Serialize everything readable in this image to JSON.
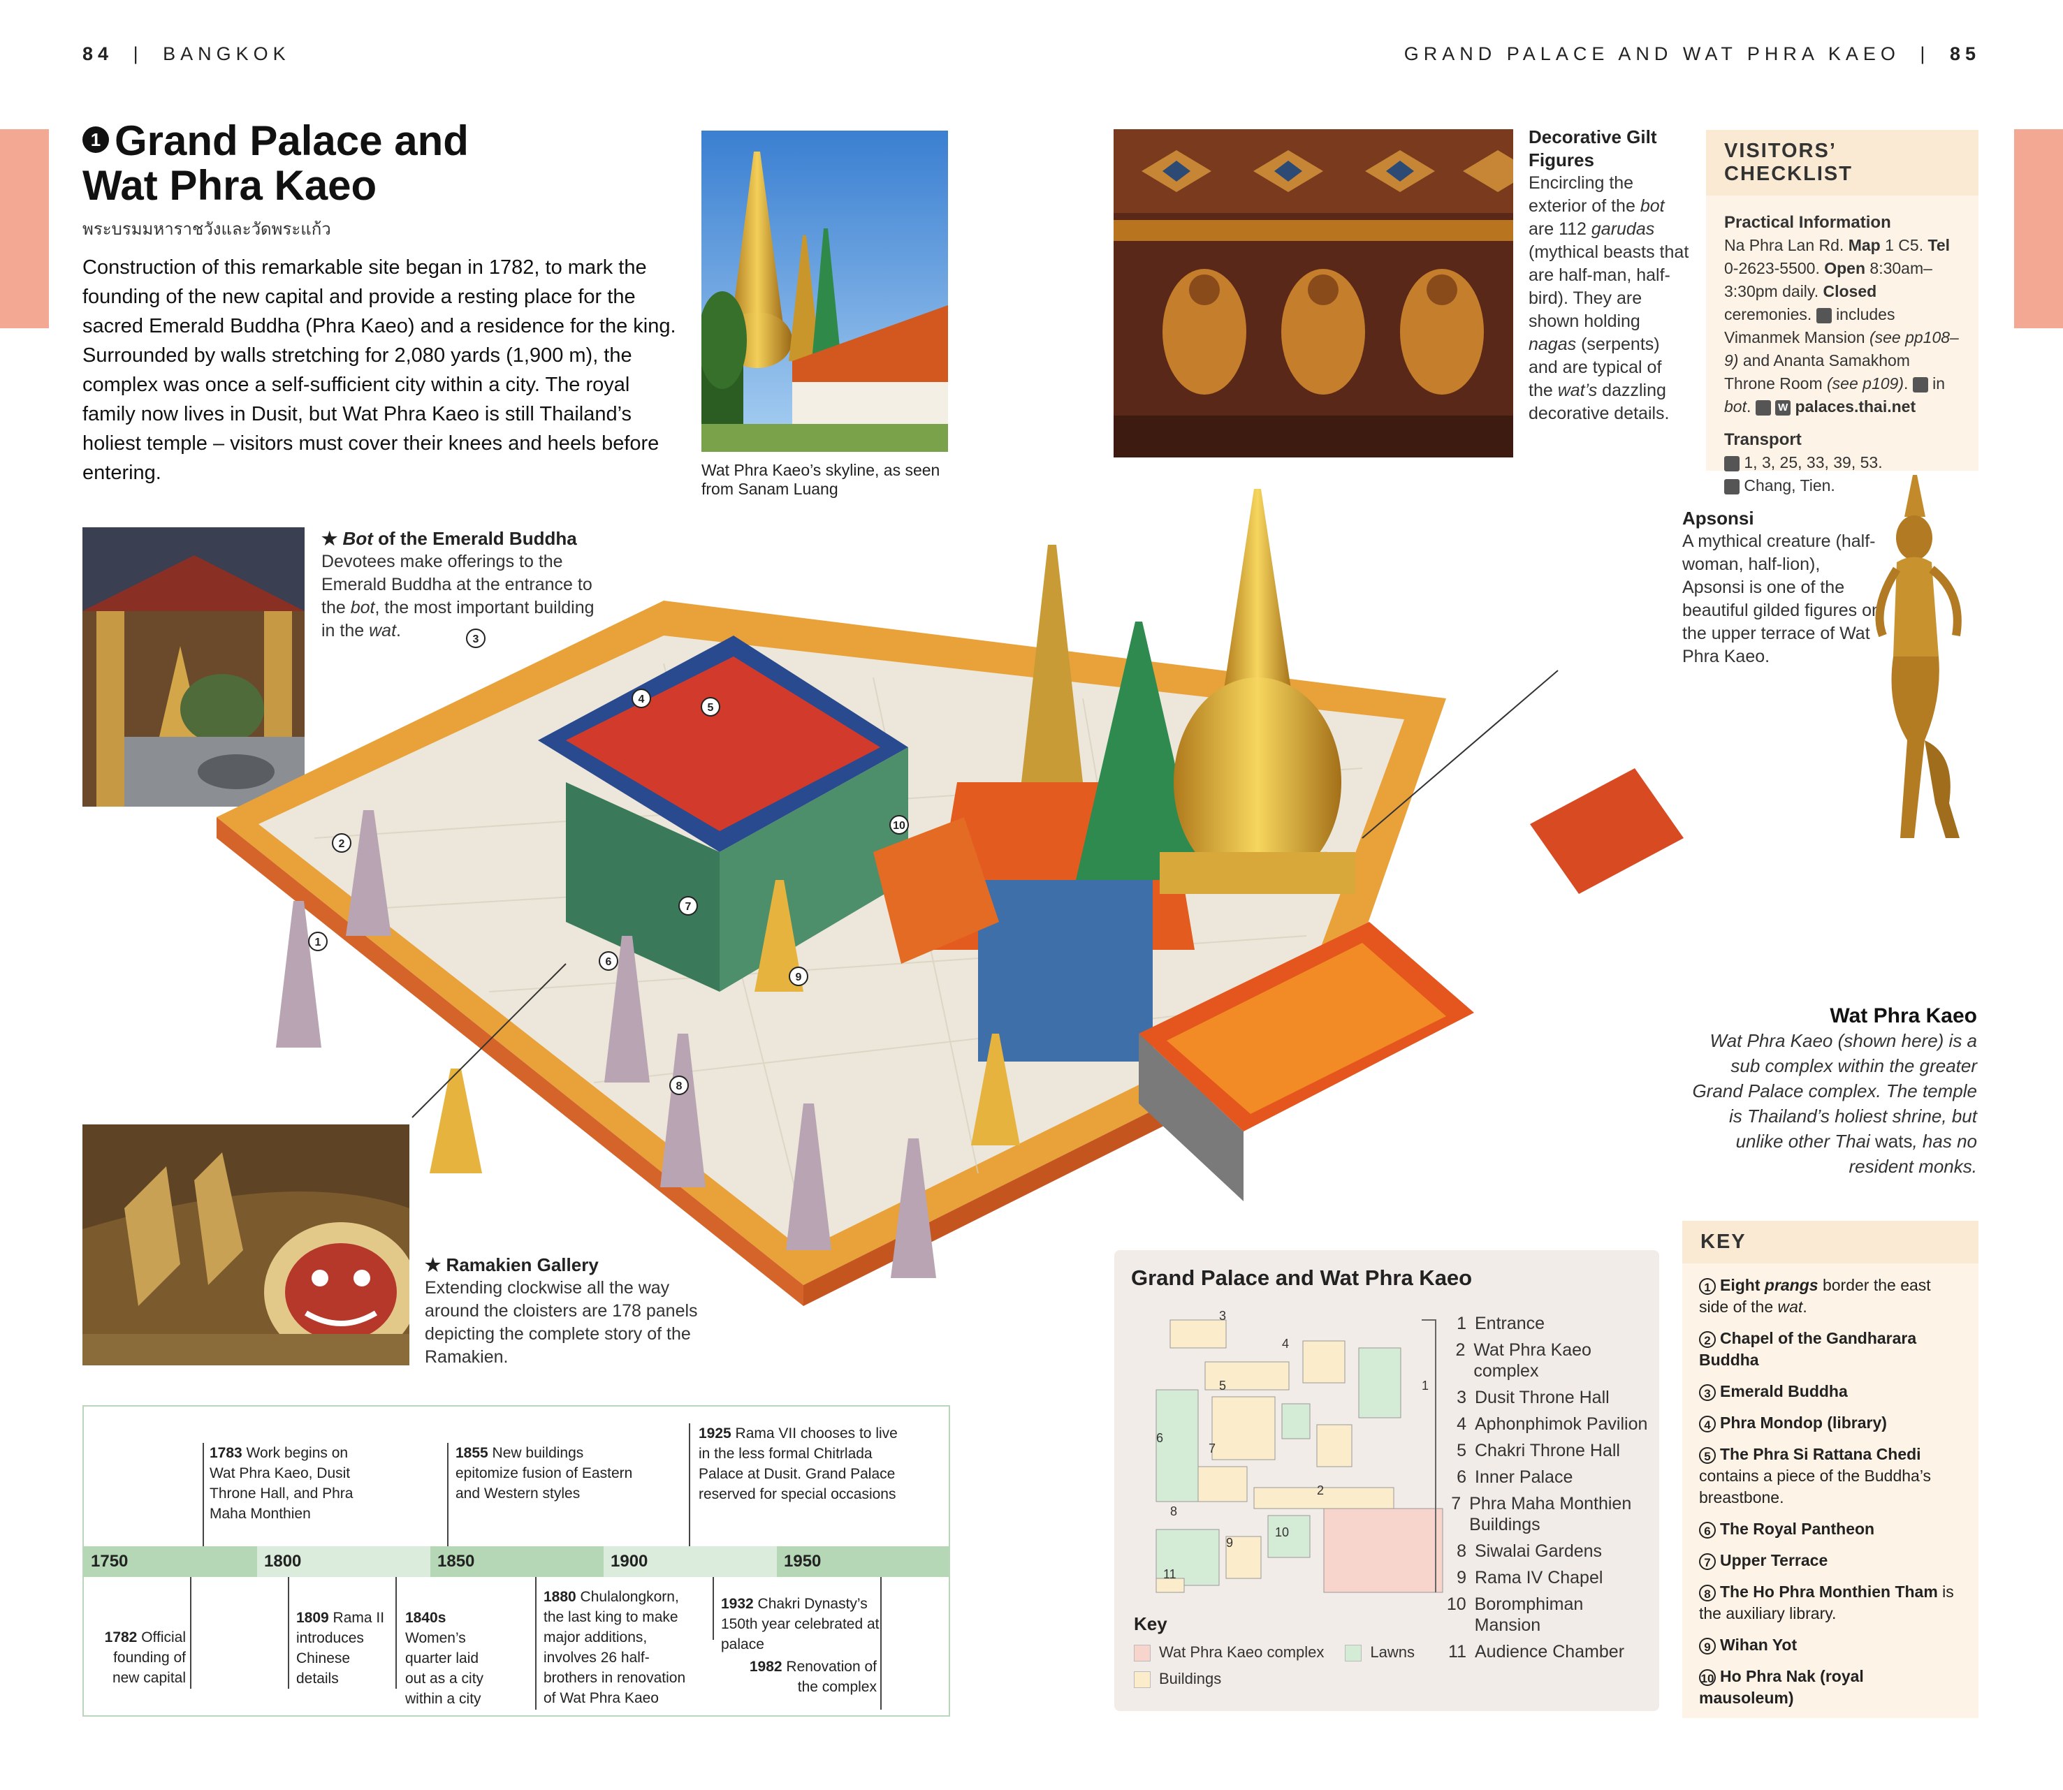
{
  "header": {
    "left_page": "84",
    "left_section": "BANGKOK",
    "right_section": "GRAND PALACE AND WAT PHRA KAEO",
    "right_page": "85"
  },
  "title": {
    "number": "1",
    "line1": "Grand Palace and",
    "line2": "Wat Phra Kaeo",
    "thai": "พระบรมมหาราชวังและวัดพระแก้ว"
  },
  "intro": "Construction of this remarkable site began in 1782, to mark the founding of the new capital and provide a resting place for the sacred Emerald Buddha (Phra Kaeo) and a residence for the king. Surrounded by walls stretching for 2,080 yards (1,900 m), the complex was once a self-sufficient city within a city. The royal family now lives in Dusit, but Wat Phra Kaeo is still Thailand’s holiest temple – visitors must cover their knees and heels before entering.",
  "skyline_caption": "Wat Phra Kaeo’s skyline, as seen from Sanam Luang",
  "gilt": {
    "title": "Decorative Gilt Figures",
    "body_parts": [
      "Encircling the exterior of the ",
      "bot",
      " are 112 ",
      "garudas",
      " (mythical beasts that are half-man, half-bird). They are shown holding ",
      "nagas",
      " (serpents) and are typical of the ",
      "wat’s",
      " dazzling decorative details."
    ]
  },
  "checklist": {
    "heading": "VISITORS’ CHECKLIST",
    "practical_heading": "Practical Information",
    "practical_parts": [
      "Na Phra Lan Rd. ",
      "Map",
      " 1 C5. ",
      "Tel",
      " 0-2623-5500. ",
      "Open",
      " 8:30am–3:30pm daily. ",
      "Closed",
      " ceremonies. ",
      "includes Vimanmek Mansion ",
      "(see pp108–9)",
      " and Ananta Samakhom Throne Room ",
      "(see p109)",
      ". ",
      "in ",
      "bot",
      ". ",
      "palaces.thai.net"
    ],
    "transport_heading": "Transport",
    "bus": "1, 3, 25, 33, 39, 53.",
    "boat": "Chang, Tien."
  },
  "apsonsi": {
    "title": "Apsonsi",
    "body": "A mythical creature (half-woman, half-lion), Apsonsi is one of the beautiful gilded figures on the upper terrace of Wat Phra Kaeo."
  },
  "bot_label": {
    "star": "★",
    "title_italic": "Bot",
    "title_rest": " of the Emerald Buddha",
    "body_parts": [
      "Devotees make offerings to the Emerald Buddha at the entrance to the ",
      "bot",
      ", the most important building in the ",
      "wat",
      "."
    ]
  },
  "ramakien": {
    "star": "★",
    "title": "Ramakien Gallery",
    "body": "Extending clockwise all the way around the cloisters are 178 panels depicting the complete story of the Ramakien."
  },
  "wat_phra_kaeo": {
    "title": "Wat Phra Kaeo",
    "body_parts": [
      "Wat Phra Kaeo (shown here) is a sub complex within the greater Grand Palace complex. The temple is Thailand’s holiest shrine, but unlike other Thai ",
      "wats",
      ", has no resident monks."
    ]
  },
  "key": {
    "heading": "KEY",
    "items": [
      {
        "num": "1",
        "bold": "Eight ",
        "bold_italic": "prangs",
        "rest": " border the east side of the ",
        "rest_italic": "wat",
        "end": "."
      },
      {
        "num": "2",
        "bold": "Chapel of the Gandharara Buddha",
        "bold_italic": "",
        "rest": "",
        "rest_italic": "",
        "end": ""
      },
      {
        "num": "3",
        "bold": "Emerald Buddha",
        "bold_italic": "",
        "rest": "",
        "rest_italic": "",
        "end": ""
      },
      {
        "num": "4",
        "bold": "Phra Mondop (library)",
        "bold_italic": "",
        "rest": "",
        "rest_italic": "",
        "end": ""
      },
      {
        "num": "5",
        "bold": "The Phra Si Rattana Chedi",
        "bold_italic": "",
        "rest": " contains a piece of the Buddha’s breastbone.",
        "rest_italic": "",
        "end": ""
      },
      {
        "num": "6",
        "bold": "The Royal Pantheon",
        "bold_italic": "",
        "rest": "",
        "rest_italic": "",
        "end": ""
      },
      {
        "num": "7",
        "bold": "Upper Terrace",
        "bold_italic": "",
        "rest": "",
        "rest_italic": "",
        "end": ""
      },
      {
        "num": "8",
        "bold": "The Ho Phra Monthien Tham",
        "bold_italic": "",
        "rest": " is the auxiliary library.",
        "rest_italic": "",
        "end": ""
      },
      {
        "num": "9",
        "bold": "Wihan Yot",
        "bold_italic": "",
        "rest": "",
        "rest_italic": "",
        "end": ""
      },
      {
        "num": "10",
        "bold": "Ho Phra Nak (royal mausoleum)",
        "bold_italic": "",
        "rest": "",
        "rest_italic": "",
        "end": ""
      }
    ]
  },
  "map": {
    "title": "Grand Palace and Wat Phra Kaeo",
    "legend_heading": "Key",
    "legend": [
      {
        "label": "Wat Phra Kaeo complex",
        "color": "#f7d4cc"
      },
      {
        "label": "Lawns",
        "color": "#d4ebd6"
      },
      {
        "label": "Buildings",
        "color": "#fbeccc"
      }
    ],
    "places": [
      {
        "num": "1",
        "name": "Entrance"
      },
      {
        "num": "2",
        "name": "Wat Phra Kaeo complex"
      },
      {
        "num": "3",
        "name": "Dusit Throne Hall"
      },
      {
        "num": "4",
        "name": "Aphonphimok Pavilion"
      },
      {
        "num": "5",
        "name": "Chakri Throne Hall"
      },
      {
        "num": "6",
        "name": "Inner Palace"
      },
      {
        "num": "7",
        "name": "Phra Maha Monthien Buildings"
      },
      {
        "num": "8",
        "name": "Siwalai Gardens"
      },
      {
        "num": "9",
        "name": "Rama IV Chapel"
      },
      {
        "num": "10",
        "name": "Boromphiman Mansion"
      },
      {
        "num": "11",
        "name": "Audience Chamber"
      }
    ],
    "marker_labels": [
      "1",
      "2",
      "3",
      "4",
      "5",
      "6",
      "7",
      "8",
      "9",
      "10",
      "11"
    ]
  },
  "timeline": {
    "decades": [
      "1750",
      "1800",
      "1850",
      "1900",
      "1950"
    ],
    "colors": [
      "#b5d7b6",
      "#dcecdc"
    ],
    "above": [
      {
        "year": "1783",
        "text": " Work begins on Wat Phra Kaeo, Dusit Throne Hall, and Phra Maha Monthien"
      },
      {
        "year": "1855",
        "text": " New buildings epitomize fusion of Eastern and Western styles"
      },
      {
        "year": "1925",
        "text": " Rama VII chooses to live in the less formal Chitrlada Palace at Dusit. Grand Palace reserved for special occasions"
      }
    ],
    "below": [
      {
        "year": "1782",
        "text": " Official founding of new capital"
      },
      {
        "year": "1809",
        "text": " Rama II introduces Chinese details"
      },
      {
        "year": "1840s",
        "text": " Women’s quarter laid out as a city within a city"
      },
      {
        "year": "1880",
        "text": " Chulalongkorn, the last king to make major additions, involves 26 half-brothers in renovation of Wat Phra Kaeo"
      },
      {
        "year": "1932",
        "text": " Chakri Dynasty’s 150th year celebrated at palace"
      },
      {
        "year": "1982",
        "text": " Renovation of the complex"
      }
    ]
  },
  "illustration_markers": [
    "1",
    "2",
    "3",
    "4",
    "5",
    "6",
    "7",
    "8",
    "9",
    "10"
  ]
}
